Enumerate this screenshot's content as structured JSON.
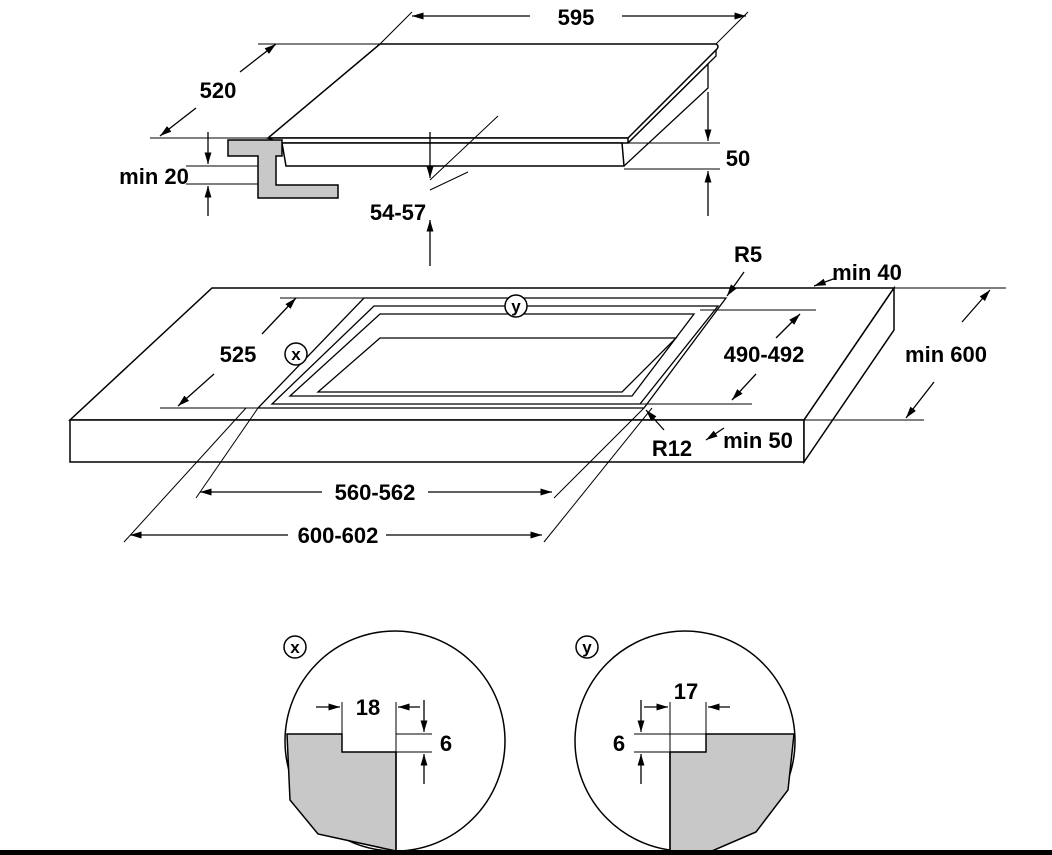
{
  "dimensions": {
    "hob_width": "595",
    "hob_depth": "520",
    "hob_height": "50",
    "min_20": "min 20",
    "depth_54_57": "54-57",
    "radius_r5": "R5",
    "min_40": "min 40",
    "cutout_depth": "525",
    "cutout_490_492": "490-492",
    "min_600": "min 600",
    "radius_r12": "R12",
    "min_50": "min 50",
    "cutout_560_562": "560-562",
    "cutout_600_602": "600-602"
  },
  "details": {
    "x": {
      "marker": "x",
      "width": "18",
      "step": "6"
    },
    "y": {
      "marker": "y",
      "width": "17",
      "step": "6"
    }
  },
  "colors": {
    "line": "#000000",
    "fill_grey": "#c8c8c8",
    "background": "#ffffff"
  }
}
